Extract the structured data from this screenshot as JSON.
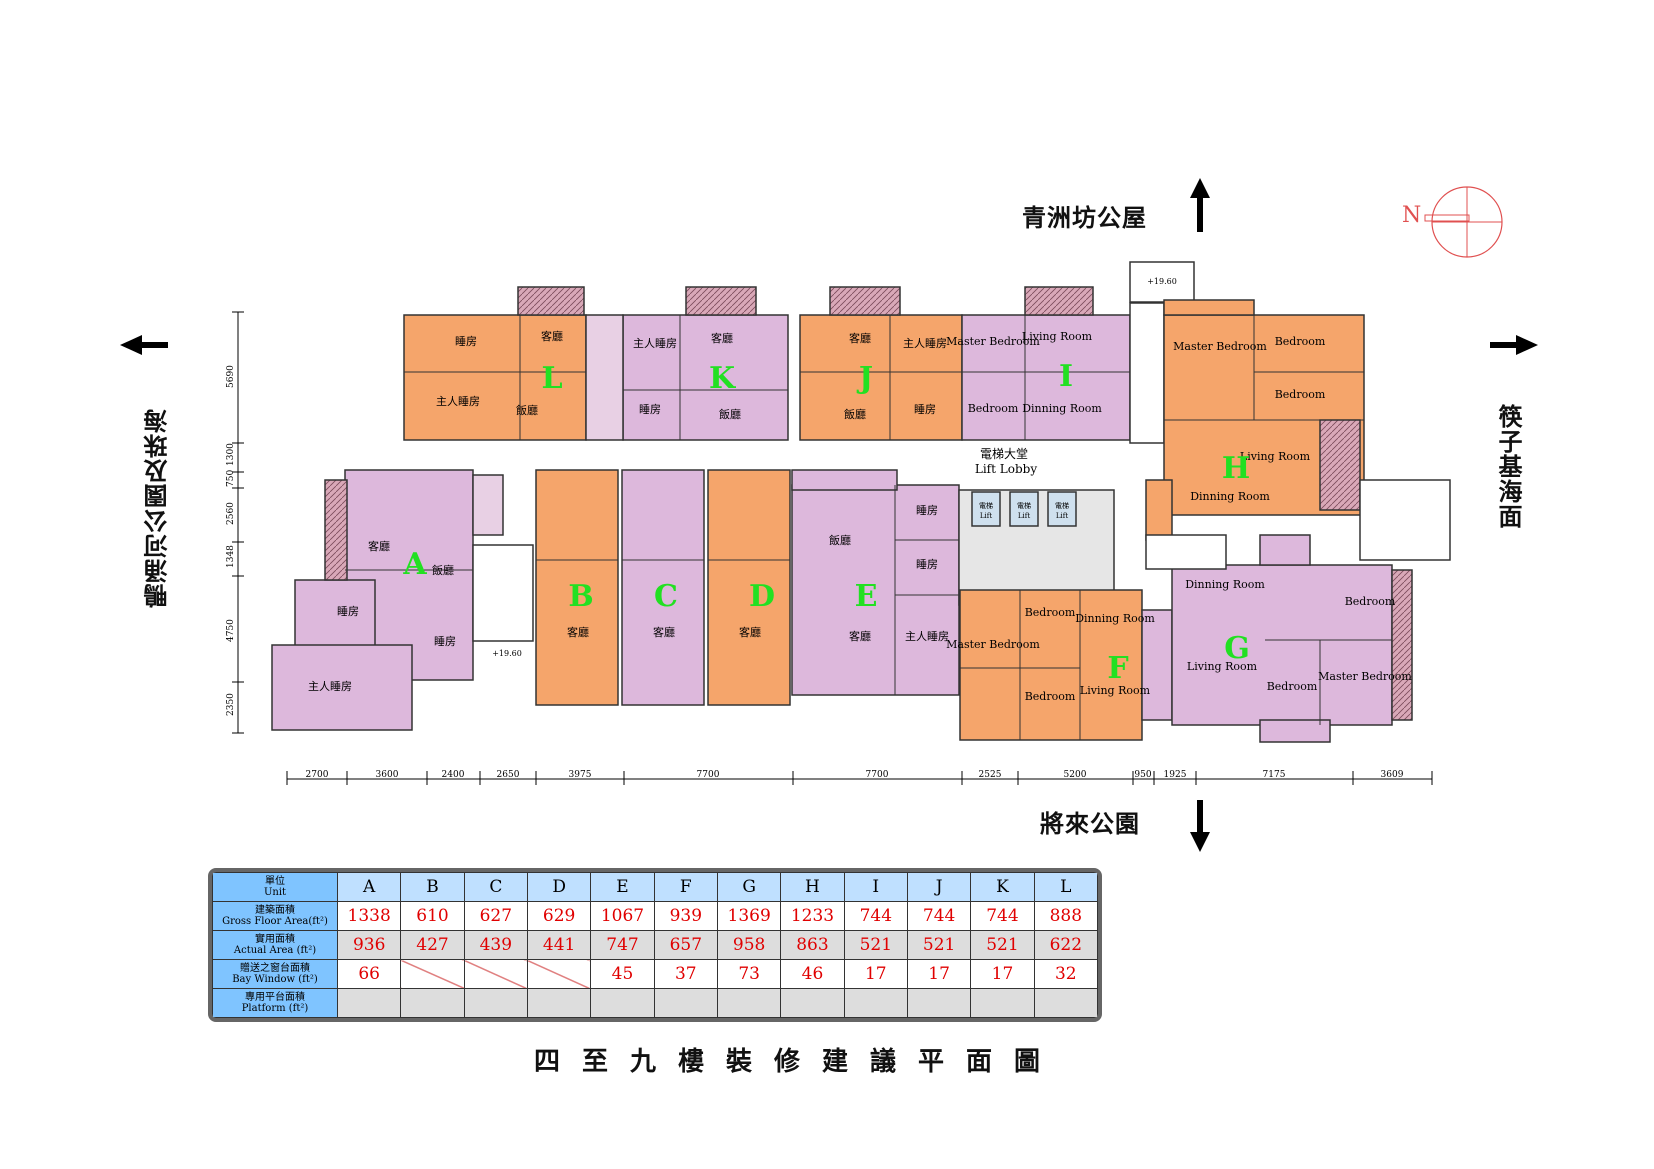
{
  "directions": {
    "north_label": "青洲坊公屋",
    "south_label": "將來公園",
    "west_label": "鴨涌河公園及珠海",
    "east_label": "筷子基海面",
    "compass_letter": "N"
  },
  "lobby": {
    "label_cn": "電梯大堂",
    "label_en": "Lift Lobby",
    "lift_label_cn": "電梯",
    "lift_label_en": "Lift",
    "level_mark": "+19.60"
  },
  "units": [
    {
      "letter": "L",
      "rooms": [
        "睡房",
        "客廳",
        "主人睡房",
        "飯廳"
      ]
    },
    {
      "letter": "K",
      "rooms": [
        "主人睡房",
        "客廳",
        "睡房",
        "飯廳"
      ]
    },
    {
      "letter": "J",
      "rooms": [
        "客廳",
        "主人睡房",
        "飯廳",
        "睡房"
      ]
    },
    {
      "letter": "I",
      "rooms": [
        "Master Bedroom",
        "Living Room",
        "Bedroom",
        "Dinning Room"
      ]
    },
    {
      "letter": "H",
      "rooms": [
        "Master Bedroom",
        "Bedroom",
        "Bedroom",
        "Living Room",
        "Dinning Room"
      ]
    },
    {
      "letter": "A",
      "rooms": [
        "客廳",
        "飯廳",
        "睡房",
        "睡房",
        "主人睡房"
      ]
    },
    {
      "letter": "B",
      "rooms": [
        "客廳"
      ]
    },
    {
      "letter": "C",
      "rooms": [
        "客廳"
      ]
    },
    {
      "letter": "D",
      "rooms": [
        "客廳"
      ]
    },
    {
      "letter": "E",
      "rooms": [
        "飯廳",
        "睡房",
        "睡房",
        "客廳",
        "主人睡房"
      ]
    },
    {
      "letter": "F",
      "rooms": [
        "Bedroom",
        "Dinning Room",
        "Master Bedroom",
        "Bedroom",
        "Living Room"
      ]
    },
    {
      "letter": "G",
      "rooms": [
        "Dinning Room",
        "Bedroom",
        "Living Room",
        "Bedroom",
        "Master Bedroom"
      ]
    }
  ],
  "dimensions_bottom": [
    "2700",
    "3600",
    "2400",
    "2650",
    "3975",
    "7700",
    "7700",
    "2525",
    "5200",
    "950",
    "1925",
    "7175",
    "3609"
  ],
  "dimensions_left": [
    "5690",
    "1300",
    "750",
    "2560",
    "1348",
    "4750",
    "2350"
  ],
  "area_table": {
    "header_label": "單位\nUnit",
    "units": [
      "A",
      "B",
      "C",
      "D",
      "E",
      "F",
      "G",
      "H",
      "I",
      "J",
      "K",
      "L"
    ],
    "rows": [
      {
        "label": "建築面積\nGross Floor Area(ft²)",
        "values": [
          "1338",
          "610",
          "627",
          "629",
          "1067",
          "939",
          "1369",
          "1233",
          "744",
          "744",
          "744",
          "888"
        ]
      },
      {
        "label": "實用面積\nActual Area (ft²)",
        "values": [
          "936",
          "427",
          "439",
          "441",
          "747",
          "657",
          "958",
          "863",
          "521",
          "521",
          "521",
          "622"
        ]
      },
      {
        "label": "贈送之窗台面積\nBay Window (ft²)",
        "values": [
          "66",
          "",
          "",
          "",
          "45",
          "37",
          "73",
          "46",
          "17",
          "17",
          "17",
          "32"
        ]
      },
      {
        "label": "專用平台面積\nPlatform (ft²)",
        "values": [
          "",
          "",
          "",
          "",
          "",
          "",
          "",
          "",
          "",
          "",
          "",
          ""
        ]
      }
    ]
  },
  "plan_title": "四至九樓裝修建議平面圖",
  "colors": {
    "orange": "#f5a56b",
    "purple": "#ddb8dc",
    "accent_letter": "#22e022",
    "value_red": "#e00000"
  }
}
